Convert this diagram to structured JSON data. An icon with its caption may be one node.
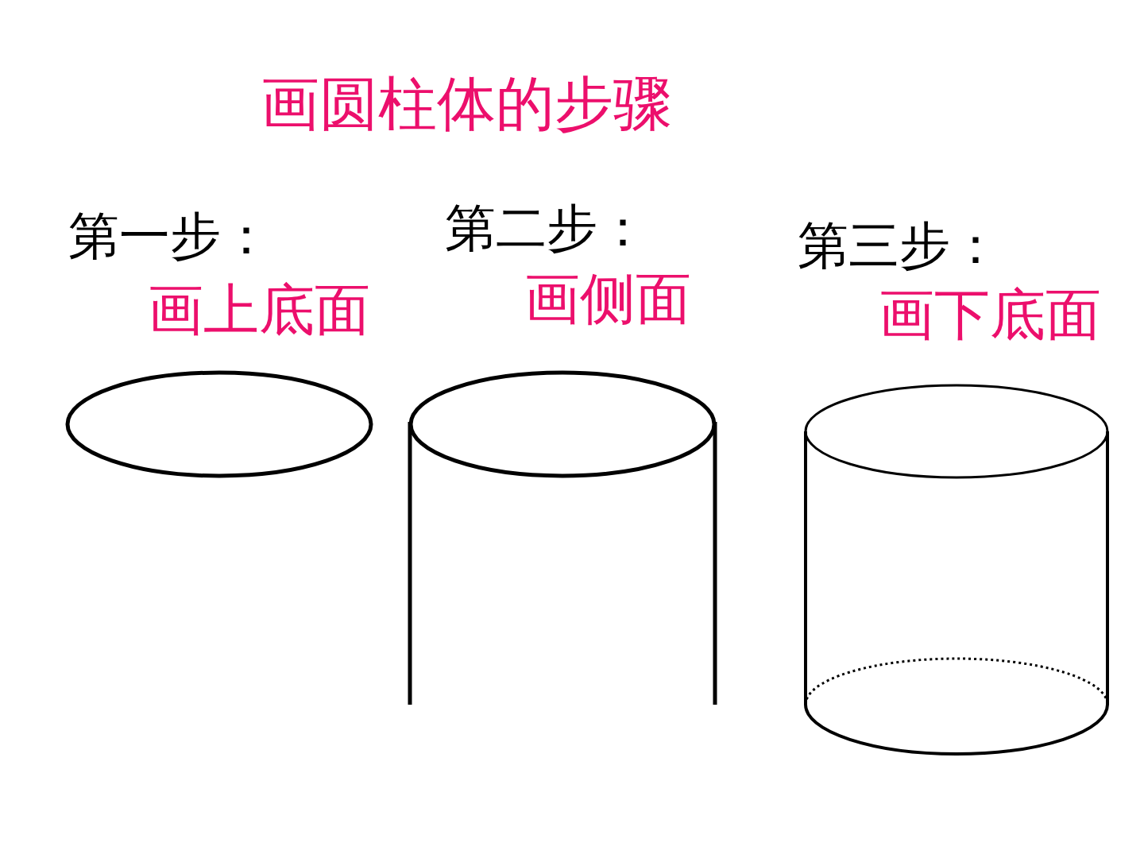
{
  "diagram": {
    "title": "画圆柱体的步骤",
    "labels": [
      "第一步：",
      "画上底面",
      "第二步：",
      "画侧面",
      "第三步：",
      "画下底面"
    ]
  }
}
